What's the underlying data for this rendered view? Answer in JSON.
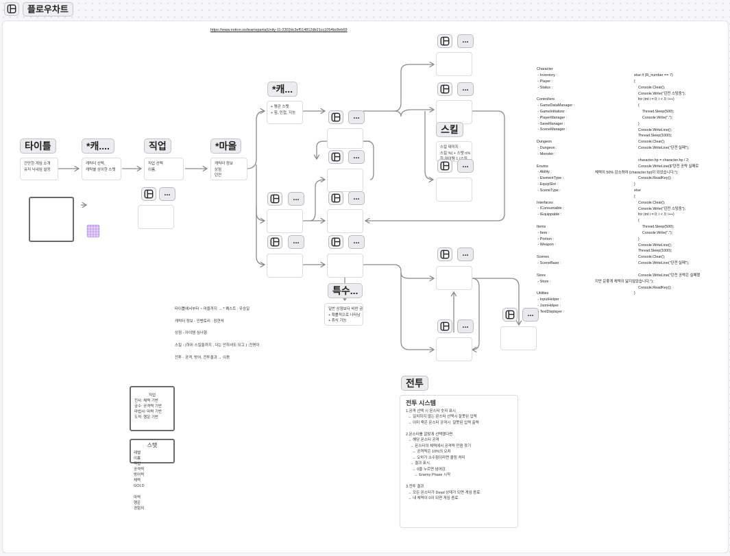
{
  "header": {
    "title": "플로우차트",
    "frame_icon": "frame-icon"
  },
  "link_url": "https://www.notion.so/teamsparta/Unity-11-2302dc3ef514812db21cc1054bc8eb69",
  "flow": {
    "title": {
      "label": "타이틀",
      "lines": [
        "간단한 게임 소개",
        "유저 닉네임 설정"
      ]
    },
    "char_create": {
      "label": "*캐....",
      "lines": [
        "캐릭터 선택,",
        "캐릭별 상이한 스탯"
      ]
    },
    "job": {
      "label": "직업",
      "lines": [
        "직업 선택",
        "이름,"
      ]
    },
    "village": {
      "label": "*마을",
      "lines": [
        "캐릭터 정보",
        "상점",
        "던전"
      ]
    },
    "char_info": {
      "label": "*캐...",
      "lines": [
        "+ 평균 스탯",
        "+ 힘, 민첩, 지능"
      ]
    },
    "skill": {
      "label": "스킬",
      "lines": [
        "스킬 데미지 :",
        "스킬 %( + 스탯 n%",
        "한 아이템 1 (스킬 ... (지병다(?))"
      ]
    },
    "special": {
      "label": "특수...",
      "lines": [
        "일반 상점보다 비싼 금액",
        "+ 확률적으로 나타남",
        "+ 휴식 기능"
      ]
    },
    "more_label": "..."
  },
  "notes": [
    "타이틀에서부터 ~ 마을까지 → * 퀘스트 : 우승일",
    "캐릭터 정보 - 인벤토리 : 장현석",
    "상점 - 아이템 심너형",
    "스킬 - (하위 스킬들까지 , 다는 안하셔도 되고 ) :진명아",
    "전투 - 공격, 방어, 전투결과 → 이동"
  ],
  "job_panel": {
    "title": "직업",
    "lines": [
      "전사: 체력 기반",
      "궁수: 공격력 기반",
      "마법사: 마력 기반",
      "도적: 행운 기반"
    ]
  },
  "stat_panel": {
    "title": "스탯",
    "lines": [
      "레벨",
      "이름",
      "직업",
      "공격력",
      "방어력",
      "체력",
      "GOLD",
      "",
      "마력",
      "행운",
      "경험치"
    ]
  },
  "battle": {
    "label": "전투",
    "title": "전투 시스템",
    "lines": [
      "1.공격 선택 시 몬스터 숫자 표시",
      "  → 일치하지 않는 몬스터 선택시 잘못된 입력",
      "  → 이미 죽은 몬스터 공격시  잘못된 입력 출력",
      "",
      "2.몬스터를 알맞게 선택했다면",
      "  → 해당 몬스터 공격",
      "    → 몬스터의 체력에서 공격력 만큼 깎기",
      "      → 공격력은 10%의 오차",
      "      → 오차가 소수점이라면 올림 처리",
      "    → 결과 표시.",
      "      → 0을 누르면 넘어감.",
      "        → Enemy Phase 시작",
      "",
      "3.전투 결과",
      "  → 모든 몬스터가 Dead 상태가 되면 게임 종료.",
      "  → 내 체력이 0이 되면 게임 종료."
    ]
  },
  "code_structure": [
    "Character",
    " - Inventory :",
    " - Player :",
    " - Status :",
    "",
    "Controllers",
    " - GameDataManager :",
    " - GameInitializer :",
    " - PlayerManager :",
    " - SaveManager :",
    " - SceneManager :",
    "",
    "Dungeon",
    " - Dungeon :",
    " - Monster :",
    "",
    "Enums",
    " - Ability :",
    " - ElementType :",
    " - EquipSlot :",
    " - SceneType :",
    "",
    "Interfaces",
    " - IConsumable :",
    " - IEquippable :",
    "",
    "Items",
    " - Item :",
    " - Portion :",
    " - Weapon :",
    "",
    "Scenes",
    " - SceneBase :",
    "",
    "Store",
    " - Store :",
    "",
    "Utilities",
    " - InputHelper :",
    " - JsonHelper :",
    " - TextDisplayer :"
  ],
  "code_sample": [
    "else if (R_number == 7)",
    "{",
    "    Console.Clear();",
    "    Console.Write(\"던전 스탕중\");",
    "    for (int i = 0; i < 3; i++)",
    "    {",
    "        Thread.Sleep(500);",
    "        Console.Write(\".\");",
    "    }",
    "    Console.WriteLine();",
    "    Thread.Sleep(1000);",
    "    Console.Clear();",
    "    Console.WriteLine(\"던전 실패\");",
    "",
    "    character.hp = character.hp / 2;",
    "    Console.WriteLine($\"던전 공략 실패로",
    "체력이 50% 감소하여 {character.hp}이 되었습니다.\");",
    "    Console.ReadKey();",
    "}",
    "else",
    "{",
    "    Console.Clear();",
    "    Console.Write(\"던전 스탕중\");",
    "    for (int i = 0; i < 3; i++)",
    "    {",
    "        Thread.Sleep(500);",
    "        Console.Write(\".\");",
    "    }",
    "    Console.WriteLine();",
    "    Thread.Sleep(1000);",
    "    Console.Clear();",
    "    Console.WriteLine(\"던전 실패\");",
    "",
    "    Console.WriteLine(\"던전 공략은 실패했",
    "지만 운좋게 체력이 닳지않았습니다.\");",
    "    Console.ReadKey();",
    "}"
  ],
  "colors": {
    "connector": "#8a8a8a",
    "tag_bg": "#ececee",
    "sticker": "#c9a6ee"
  }
}
